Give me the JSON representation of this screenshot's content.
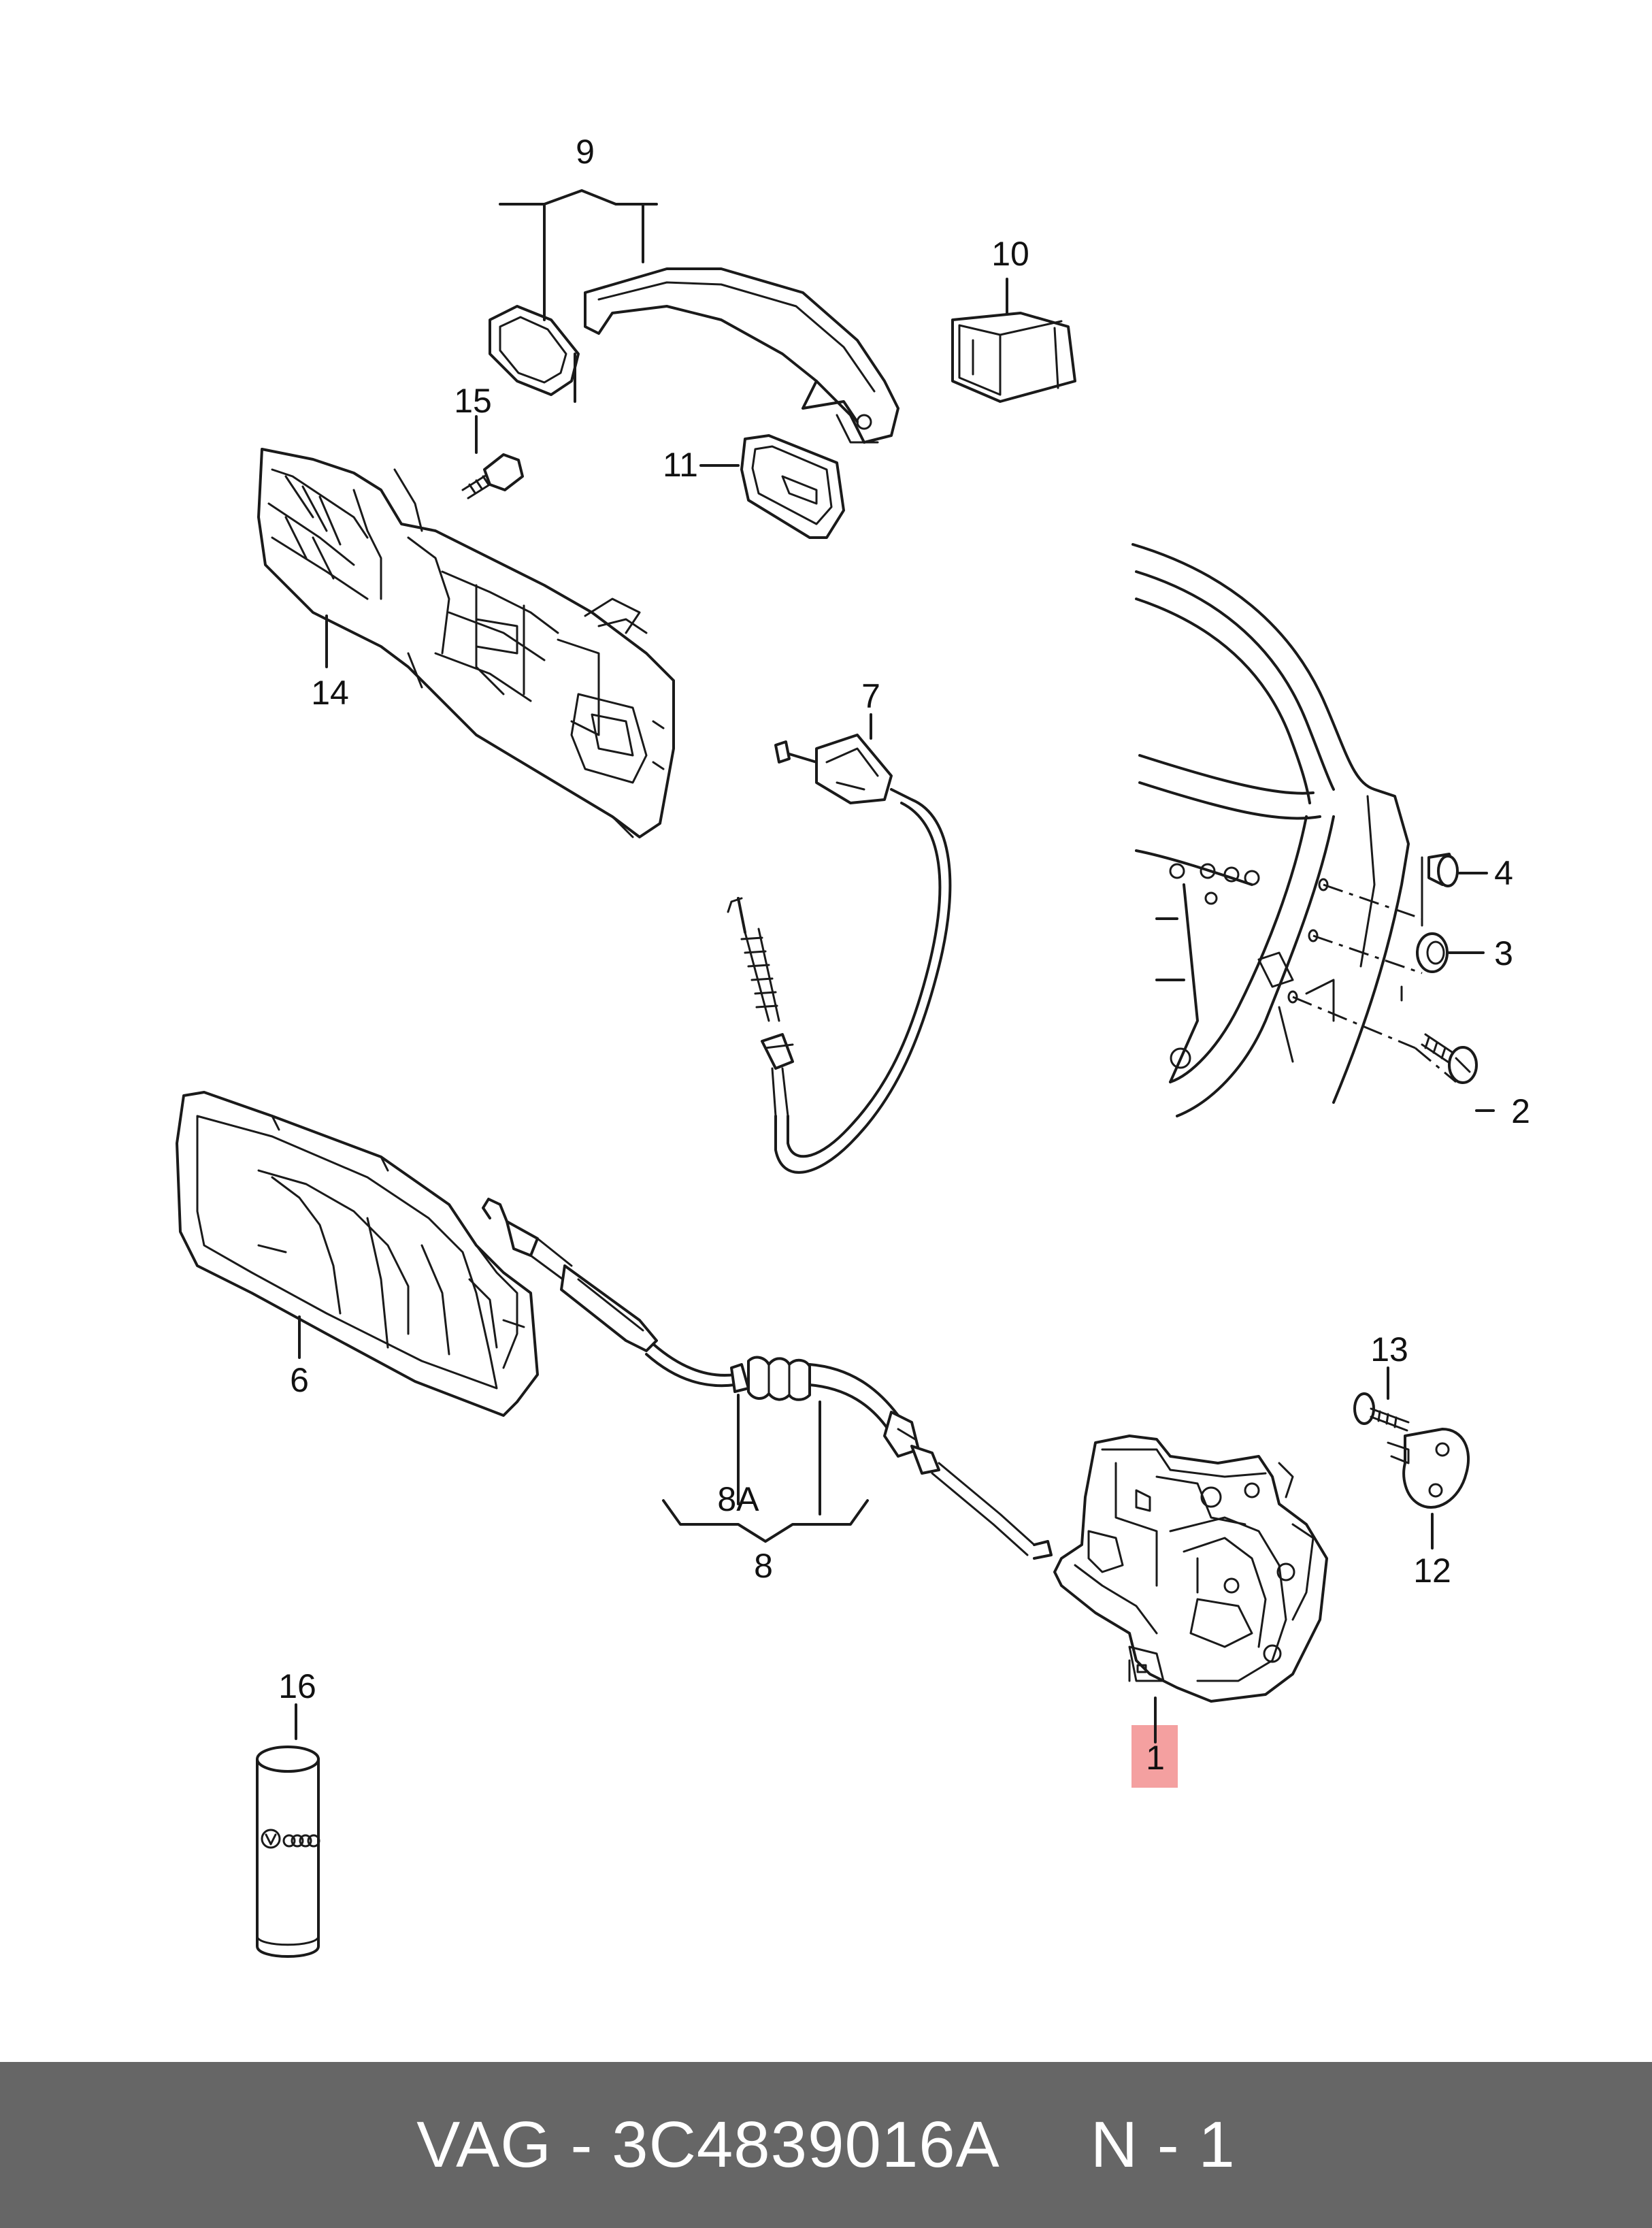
{
  "footer": {
    "text": "VAG - 3C4839016A     N - 1",
    "background_color": "#666666",
    "text_color": "#ffffff"
  },
  "highlight_color": "#f4a0a0",
  "highlighted_part": "1",
  "callouts": {
    "c1": "1",
    "c2": "2",
    "c3": "3",
    "c4": "4",
    "c6": "6",
    "c7": "7",
    "c8": "8",
    "c8a": "8A",
    "c9": "9",
    "c10": "10",
    "c11": "11",
    "c12": "12",
    "c13": "13",
    "c14": "14",
    "c15": "15",
    "c16": "16"
  }
}
